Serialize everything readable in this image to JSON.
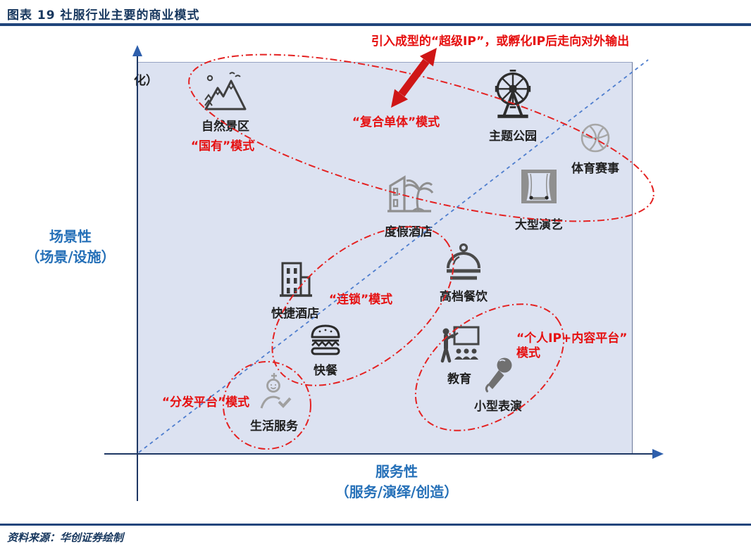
{
  "figure": {
    "title": "图表 19  社服行业主要的商业模式",
    "source": "资料来源：华创证券绘制"
  },
  "axes": {
    "y_label_line1": "场景性",
    "y_label_line2": "（场景/设施）",
    "x_label_line1": "服务性",
    "x_label_line2": "（服务/演绎/创造）",
    "corner_partial_label": "化）"
  },
  "note": {
    "super_ip": "引入成型的“超级IP”，或孵化IP后走向对外输出"
  },
  "modes": {
    "state_owned": "“国有”模式",
    "compound_unit": "“复合单体”模式",
    "chain": "“连锁”模式",
    "personal_ip_line1": "“个人IP+内容平台”",
    "personal_ip_line2": "模式",
    "distribution_platform": "“分发平台”模式"
  },
  "items": [
    {
      "label": "自然景区",
      "icon": "mountain-icon"
    },
    {
      "label": "主题公园",
      "icon": "ferris-wheel-icon"
    },
    {
      "label": "体育赛事",
      "icon": "basketball-icon"
    },
    {
      "label": "大型演艺",
      "icon": "stage-curtain-icon"
    },
    {
      "label": "度假酒店",
      "icon": "resort-palm-hotel-icon"
    },
    {
      "label": "高档餐饮",
      "icon": "cloche-icon"
    },
    {
      "label": "快捷酒店",
      "icon": "hotel-building-icon"
    },
    {
      "label": "快餐",
      "icon": "burger-icon"
    },
    {
      "label": "教育",
      "icon": "blackboard-teacher-icon"
    },
    {
      "label": "小型表演",
      "icon": "microphone-icon"
    },
    {
      "label": "生活服务",
      "icon": "person-service-icon"
    }
  ],
  "colors": {
    "accent_red": "#e60f0f",
    "arrow_red": "#cf1616",
    "navy": "#17375e",
    "rule_navy": "#20457c",
    "axis_label_blue": "#2570b8",
    "diagonal_blue": "#4f7ece",
    "plot_background": "#dce2f1"
  }
}
